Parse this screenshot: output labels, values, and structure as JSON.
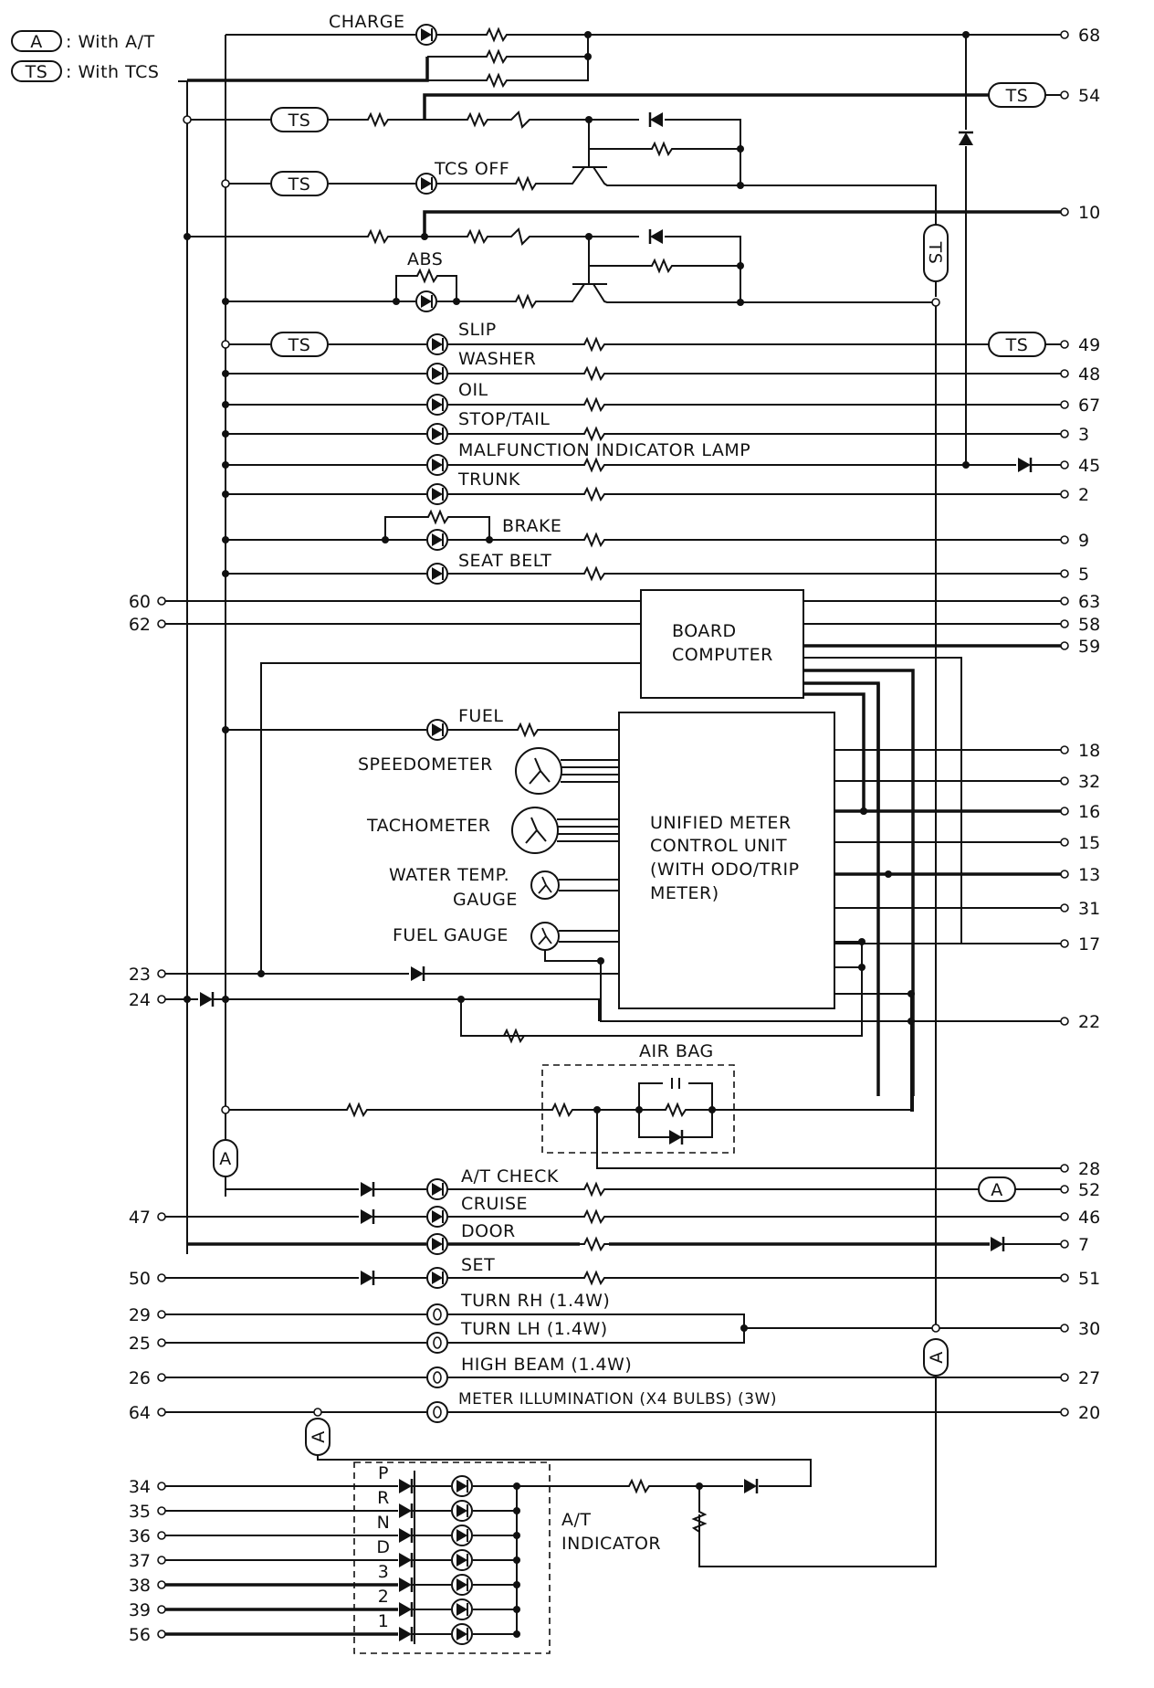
{
  "legend": [
    {
      "tag": "A",
      "text": ": With A/T"
    },
    {
      "tag": "TS",
      "text": ": With TCS"
    }
  ],
  "tags": {
    "ts": "TS",
    "a": "A"
  },
  "labels": {
    "charge": "CHARGE",
    "tcs_off": "TCS OFF",
    "abs": "ABS",
    "slip": "SLIP",
    "washer": "WASHER",
    "oil": "OIL",
    "stop_tail": "STOP/TAIL",
    "mil": "MALFUNCTION INDICATOR LAMP",
    "trunk": "TRUNK",
    "brake": "BRAKE",
    "seat_belt": "SEAT BELT",
    "board_computer": [
      "BOARD",
      "COMPUTER"
    ],
    "fuel": "FUEL",
    "speedometer": "SPEEDOMETER",
    "tachometer": "TACHOMETER",
    "water_temp": [
      "WATER TEMP.",
      "GAUGE"
    ],
    "fuel_gauge": "FUEL GAUGE",
    "unified_meter": [
      "UNIFIED METER",
      "CONTROL UNIT",
      "(WITH ODO/TRIP",
      "METER)"
    ],
    "air_bag": "AIR BAG",
    "at_check": "A/T CHECK",
    "cruise": "CRUISE",
    "door": "DOOR",
    "set": "SET",
    "turn_rh": "TURN RH (1.4W)",
    "turn_lh": "TURN LH (1.4W)",
    "high_beam": "HIGH BEAM (1.4W)",
    "meter_illum": "METER ILLUMINATION (X4 BULBS) (3W)",
    "at_indicator": [
      "A/T",
      "INDICATOR"
    ],
    "gears": [
      "P",
      "R",
      "N",
      "D",
      "3",
      "2",
      "1"
    ]
  },
  "right_pins": {
    "p68": "68",
    "p54": "54",
    "p10": "10",
    "p49": "49",
    "p48": "48",
    "p67": "67",
    "p3": "3",
    "p45": "45",
    "p2": "2",
    "p9": "9",
    "p5": "5",
    "p63": "63",
    "p58": "58",
    "p59": "59",
    "p18": "18",
    "p32": "32",
    "p16": "16",
    "p15": "15",
    "p13": "13",
    "p31": "31",
    "p17": "17",
    "p22": "22",
    "p28": "28",
    "p52": "52",
    "p46": "46",
    "p7": "7",
    "p51": "51",
    "p30": "30",
    "p27": "27",
    "p20": "20"
  },
  "left_pins": {
    "p60": "60",
    "p62": "62",
    "p23": "23",
    "p24": "24",
    "p47": "47",
    "p50": "50",
    "p29": "29",
    "p25": "25",
    "p26": "26",
    "p64": "64",
    "p34": "34",
    "p35": "35",
    "p36": "36",
    "p37": "37",
    "p38": "38",
    "p39": "39",
    "p56": "56"
  }
}
